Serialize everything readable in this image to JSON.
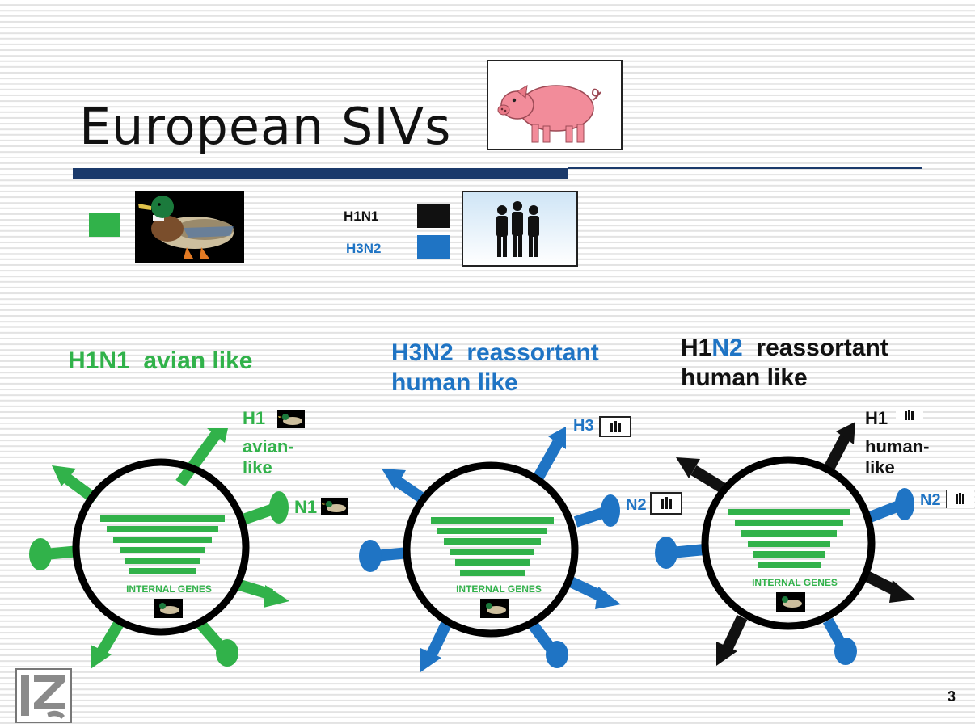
{
  "slide": {
    "title": "European SIVs",
    "page_number": "3"
  },
  "legend": {
    "avian_color": "#31b24a",
    "items": [
      {
        "label": "H1N1",
        "color": "#111111"
      },
      {
        "label": "H3N2",
        "color": "#1f74c4"
      }
    ]
  },
  "viruses": [
    {
      "caption_parts": [
        {
          "text": "H1N1",
          "color": "#31b24a"
        },
        {
          "text": "avian like",
          "color": "#31b24a"
        }
      ],
      "h_label": "H1",
      "h_note": "avian-\nlike",
      "n_label": "N1",
      "internal_label": "INTERNAL GENES",
      "colors": {
        "h": "#31b24a",
        "n": "#31b24a",
        "genes": "#31b24a"
      }
    },
    {
      "caption_line1_parts": [
        {
          "text": "H3N2",
          "color": "#1f74c4"
        },
        {
          "text": "reassortant",
          "color": "#1f74c4"
        }
      ],
      "caption_line2": "human like",
      "h_label": "H3",
      "n_label": "N2",
      "internal_label": "INTERNAL GENES",
      "colors": {
        "h": "#1f74c4",
        "n": "#1f74c4",
        "genes": "#31b24a"
      }
    },
    {
      "caption_line1_parts": [
        {
          "text": "H1",
          "color": "#111111"
        },
        {
          "text": "N2",
          "color": "#1f74c4"
        },
        {
          "text": "reassortant",
          "color": "#111111"
        }
      ],
      "caption_line2": "human like",
      "h_label": "H1",
      "h_note": "human-\nlike",
      "n_label": "N2",
      "internal_label": "INTERNAL GENES",
      "colors": {
        "h": "#111111",
        "n": "#1f74c4",
        "genes": "#31b24a"
      }
    }
  ],
  "icons": {
    "pig": "pig-icon",
    "duck": "duck-icon",
    "people": "people-icon",
    "logo": "izs-logo"
  }
}
